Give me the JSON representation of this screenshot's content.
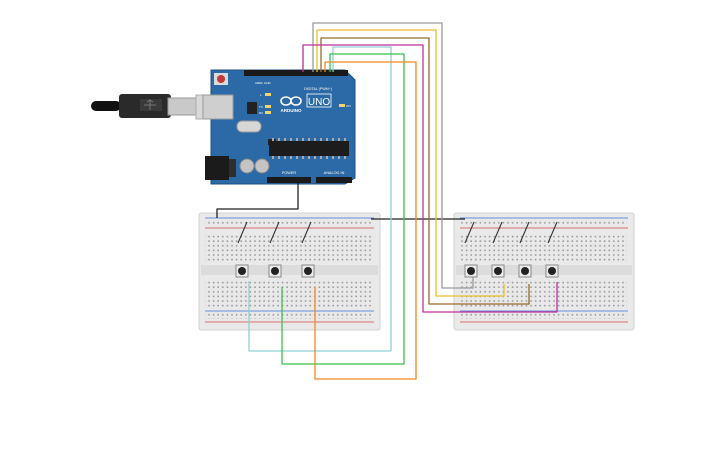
{
  "board": {
    "brand_label": "UNO",
    "maker_label": "ARDUINO",
    "digital_label": "DIGITAL (PWM~)",
    "power_label": "POWER",
    "analog_label": "ANALOG IN",
    "aref_label": "AREF",
    "gnd_label": "GND",
    "tx_label": "TX",
    "rx_label": "RX",
    "l_label": "L",
    "on_label": "ON"
  },
  "colors": {
    "board": "#2b6aa6",
    "board_edge": "#1f4f80",
    "breadboard": "#e9e9e9",
    "rail_red": "#d94444",
    "rail_blue": "#3a6fd8",
    "wire_black": "#222222",
    "wire_gray": "#9a9a9a",
    "wire_yellow": "#e8c12a",
    "wire_brown": "#9a6a2a",
    "wire_magenta": "#c0309a",
    "wire_cyan": "#8fd0d8",
    "wire_green": "#3cbf4a",
    "wire_orange": "#f08a1c"
  },
  "breadboards": [
    {
      "name": "left",
      "buttons": 3
    },
    {
      "name": "right",
      "buttons": 4
    }
  ]
}
